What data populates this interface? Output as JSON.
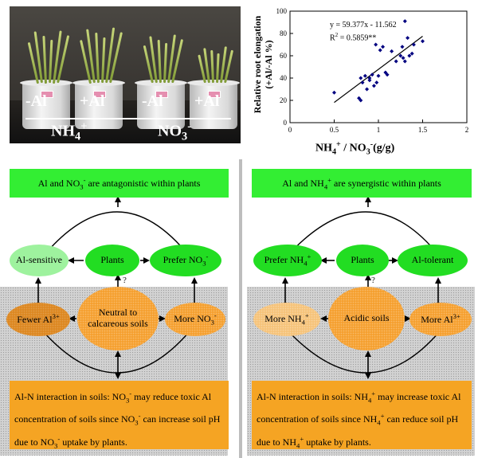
{
  "photo": {
    "labels": {
      "minus_al_1": "-Al",
      "plus_al_1": "+Al",
      "minus_al_2": "-Al",
      "plus_al_2": "+Al",
      "nh4": "NH",
      "nh4_sub": "4",
      "nh4_sup": "+",
      "no3": "NO",
      "no3_sub": "3",
      "no3_sup": "-"
    }
  },
  "chart_data": {
    "type": "scatter",
    "x": [
      0.5,
      0.78,
      0.8,
      0.8,
      0.82,
      0.85,
      0.87,
      0.9,
      0.9,
      0.93,
      0.95,
      0.97,
      0.98,
      1.0,
      1.02,
      1.05,
      1.08,
      1.1,
      1.15,
      1.2,
      1.25,
      1.27,
      1.28,
      1.3,
      1.3,
      1.33,
      1.35,
      1.38,
      1.4,
      1.5
    ],
    "y": [
      27,
      22,
      20,
      40,
      36,
      42,
      30,
      40,
      38,
      43,
      33,
      70,
      36,
      42,
      65,
      68,
      45,
      43,
      64,
      55,
      60,
      68,
      58,
      91,
      55,
      76,
      60,
      62,
      70,
      73
    ],
    "xlabel": {
      "main": "NH",
      "sub1": "4",
      "sup1": "+",
      "mid": " / NO",
      "sub2": "3",
      "sup2": "-",
      "tail": "(g/g)"
    },
    "ylabel": {
      "line1": "Relative root elongation",
      "line2": "(+Al/-Al %)"
    },
    "xlim": [
      0,
      2
    ],
    "ylim": [
      0,
      100
    ],
    "xticks": [
      "0",
      "0.5",
      "1",
      "1.5",
      "2"
    ],
    "yticks": [
      "0",
      "20",
      "40",
      "60",
      "80",
      "100"
    ],
    "equation": "y = 59.377x - 11.562",
    "r2_label": "R",
    "r2_sup": "2",
    "r2_value": " = 0.5859**",
    "trend": {
      "slope": 59.377,
      "intercept": -11.562,
      "x_range": [
        0.5,
        1.5
      ]
    },
    "marker_color": "#000080"
  },
  "left": {
    "title": {
      "pre": "Al and NO",
      "sub": "3",
      "sup": "-",
      "post": " are antagonistic within plants"
    },
    "al_sensitive": "Al-sensitive",
    "plants": "Plants",
    "prefer": {
      "pre": "Prefer NO",
      "sub": "3",
      "sup": "-"
    },
    "fewer": {
      "pre": "Fewer Al",
      "sup": "3+"
    },
    "soil": {
      "line1": "Neutral to",
      "line2": "calcareous soils"
    },
    "more": {
      "pre": "More NO",
      "sub": "3",
      "sup": "-"
    },
    "question": "?",
    "box": {
      "p1": "Al-N interaction in soils: NO",
      "s1": "3",
      "u1": "-",
      "p2": " may reduce toxic Al concentration of soils since NO",
      "s2": "3",
      "u2": "-",
      "p3": " can increase soil pH due to NO",
      "s3": "3",
      "u3": "-",
      "p4": " uptake by plants."
    }
  },
  "right": {
    "title": {
      "pre": "Al and NH",
      "sub": "4",
      "sup": "+",
      "post": " are synergistic within plants"
    },
    "prefer": {
      "pre": "Prefer NH",
      "sub": "4",
      "sup": "+"
    },
    "plants": "Plants",
    "al_tolerant": "Al-tolerant",
    "more_nh4": {
      "pre": "More NH",
      "sub": "4",
      "sup": "+"
    },
    "soil": "Acidic soils",
    "more_al": {
      "pre": "More Al",
      "sup": "3+"
    },
    "question": "?",
    "box": {
      "p1": "Al-N interaction in soils: NH",
      "s1": "4",
      "u1": "+",
      "p2": " may increase toxic Al concentration of soils since NH",
      "s2": "4",
      "u2": "+",
      "p3": " can reduce soil pH due to NH",
      "s3": "4",
      "u3": "+",
      "p4": " uptake by plants."
    }
  }
}
